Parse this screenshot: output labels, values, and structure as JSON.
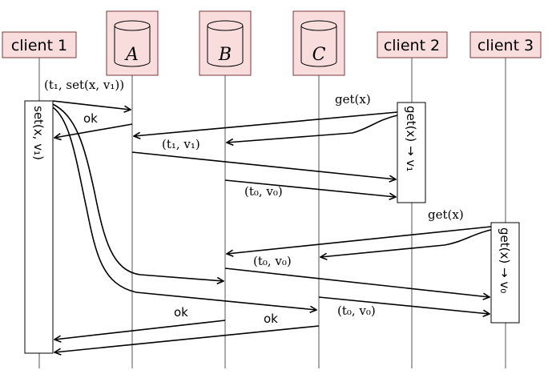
{
  "participants": {
    "client1": "client 1",
    "a": "A",
    "b": "B",
    "c": "C",
    "client2": "client 2",
    "client3": "client 3"
  },
  "messages": {
    "set_request": "(t₁, set(x, v₁))",
    "ok_a": "ok",
    "get_x_client2": "get(x)",
    "t1_v1": "(t₁, v₁)",
    "t0_v0_b_to_client2": "(t₀, v₀)",
    "get_x_client3": "get(x)",
    "t0_v0_b_to_client3": "(t₀, v₀)",
    "t0_v0_c_to_client3": "(t₀, v₀)",
    "ok_b": "ok",
    "ok_c": "ok"
  },
  "activations": {
    "client1": "set(x, v₁)",
    "client2": "get(x) → v₁",
    "client3": "get(x) → v₀"
  }
}
